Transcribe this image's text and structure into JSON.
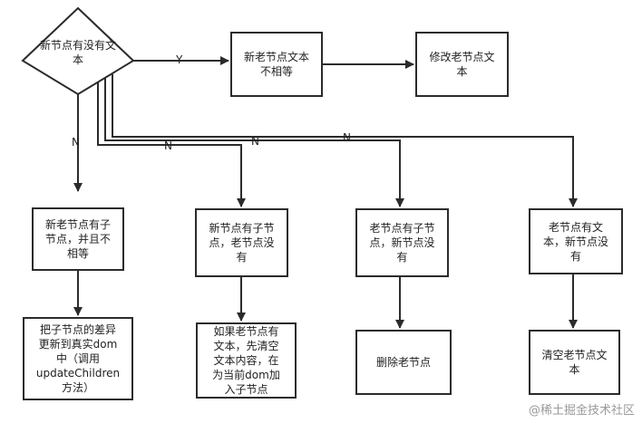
{
  "nodes": {
    "decision": "新节点有没有文\n本",
    "not_equal": "新老节点文本\n不相等",
    "modify": "修改老节点文\n本",
    "both_children": "新老节点有子\n节点，并且不\n相等",
    "new_children": "新节点有子节\n点，老节点没\n有",
    "old_children": "老节点有子节\n点，新节点没\n有",
    "old_text": "老节点有文\n本，新节点没\n有",
    "update_children": "把子节点的差异\n更新到真实dom\n中（调用\nupdateChildren\n方法）",
    "add_children": "如果老节点有\n文本，先清空\n文本内容，在\n为当前dom加\n入子节点",
    "delete_old": "删除老节点",
    "clear_text": "清空老节点文\n本"
  },
  "edge_labels": {
    "yes": "Y",
    "no": "N"
  },
  "watermark": "@稀土掘金技术社区"
}
